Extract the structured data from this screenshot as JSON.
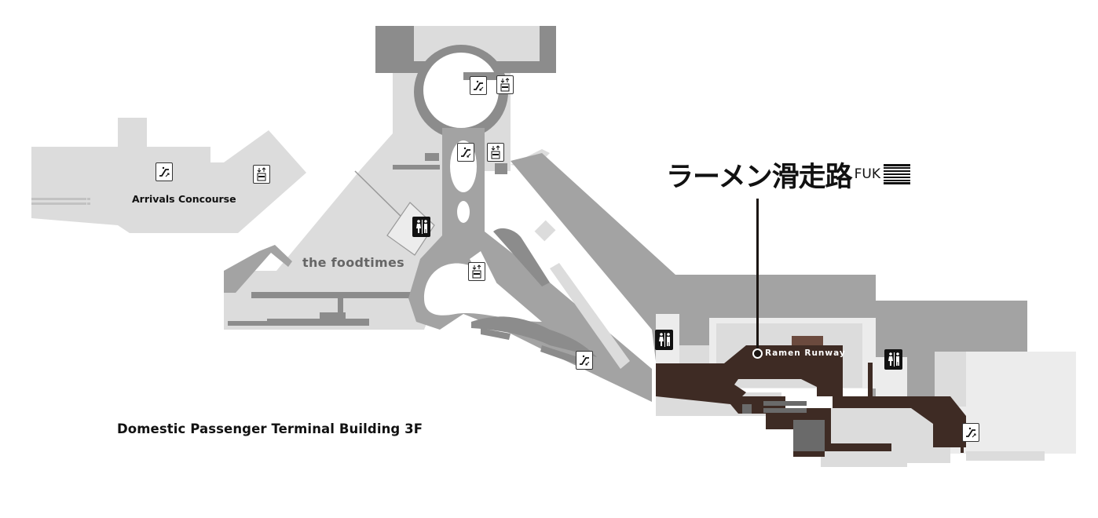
{
  "map": {
    "floor_title": "Domestic Passenger Terminal Building 3F",
    "areas": {
      "arrivals_concourse": "Arrivals Concourse",
      "food_court": "the foodtimes"
    },
    "highlight": {
      "name": "Ramen Runway",
      "logo_japanese": "ラーメン滑走路",
      "logo_code": "FUK",
      "color": "#3e2b24"
    },
    "colors": {
      "background": "#ffffff",
      "light_area": "#dcdcdc",
      "mid_area": "#a3a3a3",
      "dark_area": "#8c8c8c",
      "shop_dark": "#6a6a6a",
      "highlight_path": "#3e2b24",
      "highlight_shop": "#6b4a3e"
    },
    "icons": [
      {
        "type": "escalator-up",
        "label": "Escalator"
      },
      {
        "type": "elevator",
        "label": "Elevator"
      },
      {
        "type": "escalator-down",
        "label": "Escalator"
      },
      {
        "type": "restroom",
        "label": "Restroom"
      }
    ]
  }
}
